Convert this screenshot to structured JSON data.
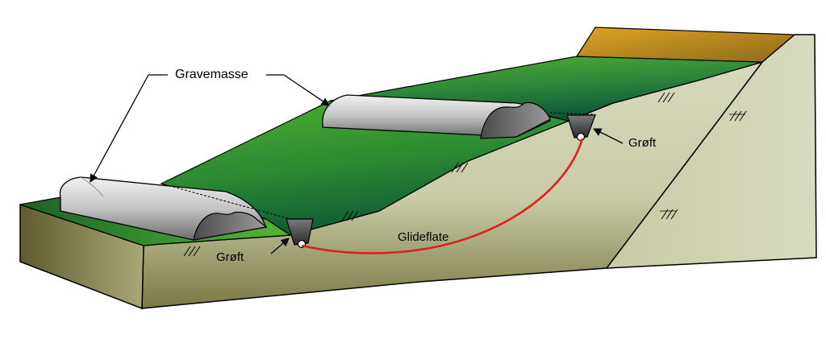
{
  "labels": {
    "excavated_material": "Gravemasse",
    "ditch_left": "Grøft",
    "ditch_right": "Grøft",
    "slip_surface": "Glideflate"
  },
  "colors": {
    "grass_light": "#4fb02e",
    "grass_dark": "#0f5a2e",
    "soil_face": "#d4d8b8",
    "soil_shadow": "#6b6a3a",
    "top_cap": "#c98a1f",
    "outline": "#000000",
    "slip_surface": "#e0201e",
    "fill_light": "#e6e6e6",
    "fill_dark": "#5a5a5a"
  }
}
